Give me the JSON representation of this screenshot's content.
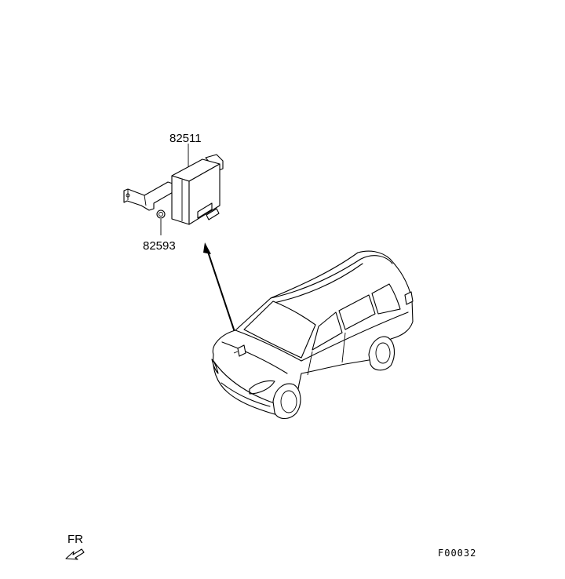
{
  "parts": [
    {
      "number": "82511"
    },
    {
      "number": "82593"
    }
  ],
  "direction_label": "FR",
  "figure_code": "F00032"
}
